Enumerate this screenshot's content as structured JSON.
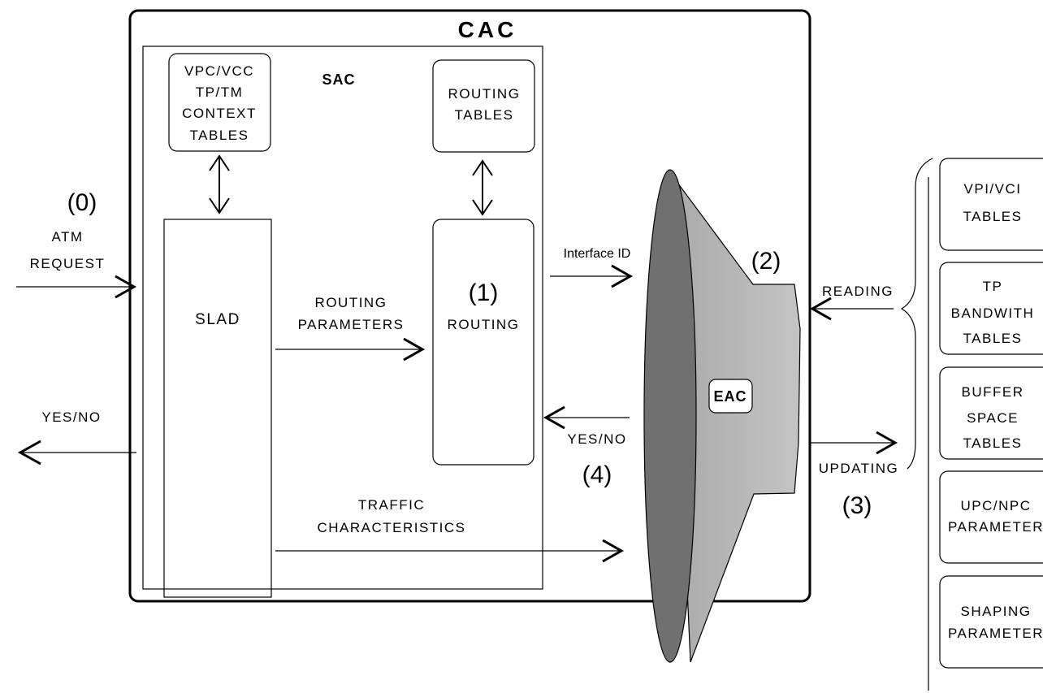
{
  "outer_title": "CAC",
  "sac_label": "SAC",
  "context_tables": [
    "VPC/VCC",
    "TP/TM",
    "CONTEXT",
    "TABLES"
  ],
  "routing_tables": [
    "ROUTING",
    "TABLES"
  ],
  "slad_label": "SLAD",
  "routing_block": {
    "step": "(1)",
    "label": "ROUTING"
  },
  "eac_label": "EAC",
  "steps": {
    "s0": "(0)",
    "s2": "(2)",
    "s3": "(3)",
    "s4": "(4)"
  },
  "atm_request": [
    "ATM",
    "REQUEST"
  ],
  "yes_no_left": "YES/NO",
  "routing_parameters": [
    "ROUTING",
    "PARAMETERS"
  ],
  "interface_id": "Interface ID",
  "yes_no_right": "YES/NO",
  "traffic_characteristics": [
    "TRAFFIC",
    "CHARACTERISTICS"
  ],
  "reading": "READING",
  "updating": "UPDATING",
  "tables": [
    [
      "VPI/VCI",
      "TABLES"
    ],
    [
      "TP",
      "BANDWITH",
      "TABLES"
    ],
    [
      "BUFFER",
      "SPACE",
      "TABLES"
    ],
    [
      "UPC/NPC",
      "PARAMETER"
    ],
    [
      "SHAPING",
      "PARAMETER"
    ]
  ]
}
